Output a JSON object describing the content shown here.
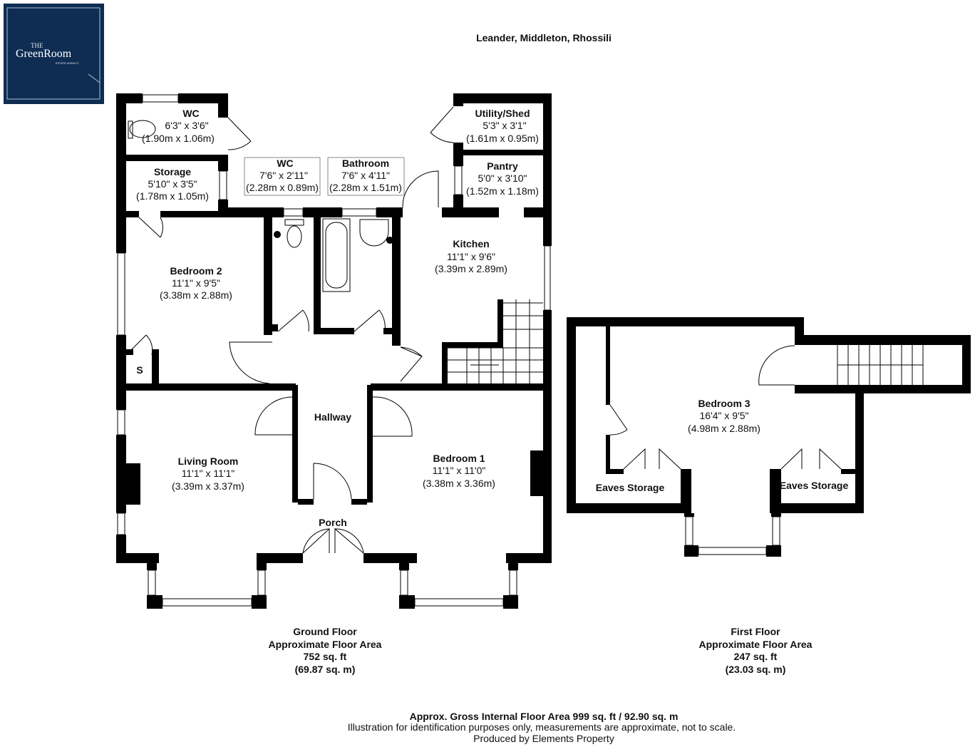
{
  "logo": {
    "the": "THE",
    "name": "GreenRoom",
    "sub": "ESTATE AGENCY",
    "color": "#0f2d52"
  },
  "title": "Leander, Middleton, Rhossili",
  "rooms": {
    "wc1": {
      "name": "WC",
      "imp": "6'3\" x 3'6\"",
      "met": "(1.90m x 1.06m)"
    },
    "storage": {
      "name": "Storage",
      "imp": "5'10\" x 3'5\"",
      "met": "(1.78m x 1.05m)"
    },
    "wc2": {
      "name": "WC",
      "imp": "7'6\" x 2'11\"",
      "met": "(2.28m x 0.89m)"
    },
    "bathroom": {
      "name": "Bathroom",
      "imp": "7'6\" x 4'11\"",
      "met": "(2.28m x 1.51m)"
    },
    "utility": {
      "name": "Utility/Shed",
      "imp": "5'3\" x 3'1\"",
      "met": "(1.61m x 0.95m)"
    },
    "pantry": {
      "name": "Pantry",
      "imp": "5'0\" x 3'10\"",
      "met": "(1.52m x 1.18m)"
    },
    "kitchen": {
      "name": "Kitchen",
      "imp": "11'1\" x 9'6\"",
      "met": "(3.39m x 2.89m)"
    },
    "bedroom2": {
      "name": "Bedroom 2",
      "imp": "11'1\" x 9'5\"",
      "met": "(3.38m x 2.88m)"
    },
    "cupboard": {
      "name": "S"
    },
    "hallway": {
      "name": "Hallway"
    },
    "living": {
      "name": "Living Room",
      "imp": "11'1\" x 11'1\"",
      "met": "(3.39m x 3.37m)"
    },
    "bedroom1": {
      "name": "Bedroom 1",
      "imp": "11'1\" x 11'0\"",
      "met": "(3.38m x 3.36m)"
    },
    "porch": {
      "name": "Porch"
    },
    "bedroom3": {
      "name": "Bedroom 3",
      "imp": "16'4\" x 9'5\"",
      "met": "(4.98m x 2.88m)"
    },
    "eaves1": {
      "name": "Eaves Storage"
    },
    "eaves2": {
      "name": "Eaves Storage"
    }
  },
  "ground_floor": {
    "l1": "Ground Floor",
    "l2": "Approximate Floor Area",
    "l3": "752 sq. ft",
    "l4": "(69.87 sq. m)"
  },
  "first_floor": {
    "l1": "First Floor",
    "l2": "Approximate Floor Area",
    "l3": "247 sq. ft",
    "l4": "(23.03 sq. m)"
  },
  "footer": {
    "gross": "Approx. Gross Internal Floor Area 999 sq. ft / 92.90 sq. m",
    "disclaimer": "Illustration for identification purposes only, measurements are approximate, not to scale.",
    "producer": "Produced by Elements Property"
  }
}
